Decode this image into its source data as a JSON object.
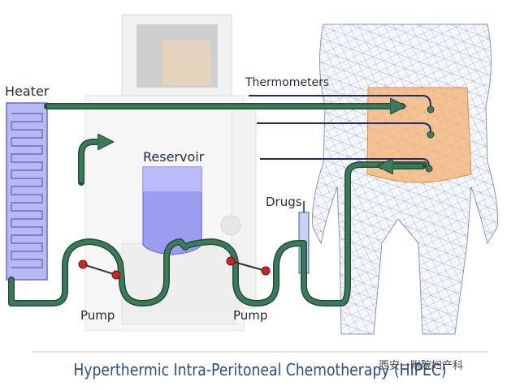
{
  "labels": {
    "heater": "Heater",
    "reservoir": "Reservoir",
    "thermometers": "Thermometers",
    "drugs": "Drugs",
    "pump_left": "Pump",
    "pump_right": "Pump"
  },
  "title": "Hyperthermic Intra-Peritoneal Chemotherapy (HIPEC)",
  "watermark": "西安一附院妇产科",
  "colors": {
    "tube": "#3d7a5c",
    "tube_dark": "#1f4d36",
    "heater_fill": "#b8b8f2",
    "heater_stroke": "#6a6ad0",
    "reservoir": "#8c8cf0",
    "abdomen": "#f4b072",
    "thermo_line": "#1e2a6e",
    "title": "#2b4b8a"
  }
}
